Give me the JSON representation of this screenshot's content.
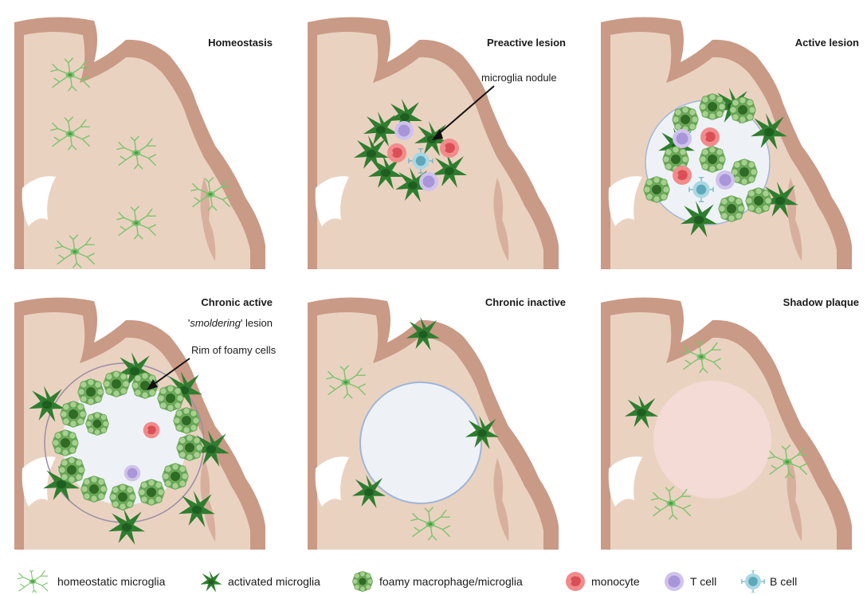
{
  "panels": [
    {
      "title": "Homeostasis"
    },
    {
      "title": "Preactive lesion",
      "annotation": "microglia nodule"
    },
    {
      "title": "Active lesion"
    },
    {
      "title": "Chronic active",
      "annotation_pre": "'",
      "annotation_italic": "smoldering",
      "annotation_post": "' lesion",
      "annotation2": "Rim of foamy cells"
    },
    {
      "title": "Chronic inactive"
    },
    {
      "title": "Shadow plaque"
    }
  ],
  "legend": [
    {
      "label": "homeostatic microglia",
      "icon": "homeostatic-microglia-icon"
    },
    {
      "label": "activated microglia",
      "icon": "activated-microglia-icon"
    },
    {
      "label": "foamy macrophage/microglia",
      "icon": "foamy-macrophage-icon"
    },
    {
      "label": "monocyte",
      "icon": "monocyte-icon"
    },
    {
      "label": "T cell",
      "icon": "t-cell-icon"
    },
    {
      "label": "B cell",
      "icon": "b-cell-icon"
    }
  ],
  "colors": {
    "cortex": "#c99a86",
    "white_matter": "#ead2c1",
    "homeostatic": "#7bc46e",
    "activated": "#2f7d2f",
    "foamy": "#5a9b4a",
    "monocyte": "#e86a6a",
    "t_cell": "#b9a9e0",
    "b_cell": "#8fc7d4",
    "lesion": "#eef2f7",
    "shadow": "#f5dcd7"
  }
}
